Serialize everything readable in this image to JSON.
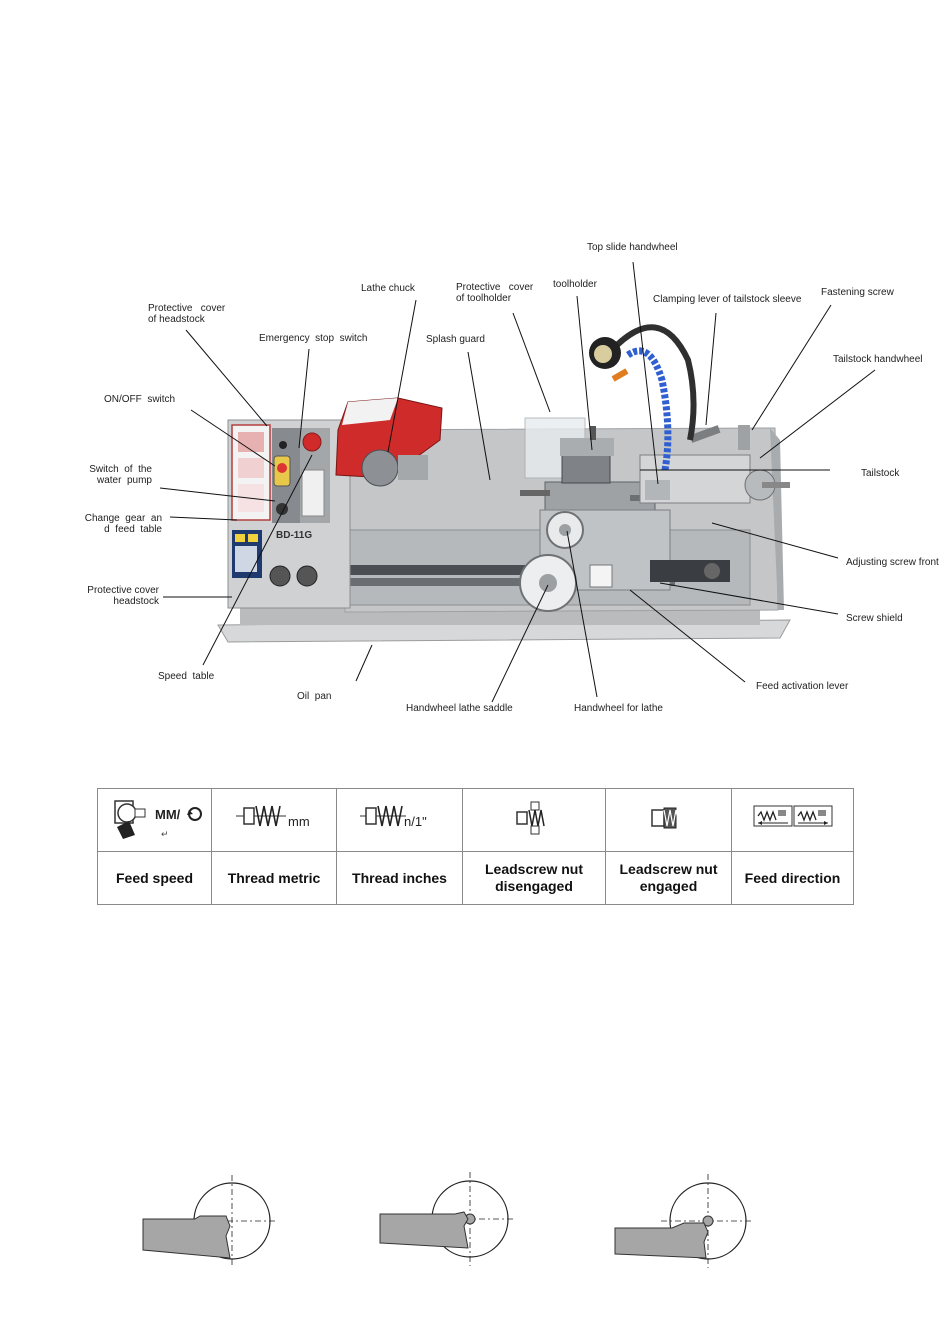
{
  "labels": {
    "top_slide_handwheel": "Top slide handwheel",
    "toolholder": "toolholder",
    "protective_cover_toolholder": "Protective   cover\nof toolholder",
    "lathe_chuck": "Lathe chuck",
    "clamping_lever": "Clamping lever of tailstock sleeve",
    "fastening_screw": "Fastening screw",
    "protective_cover_headstock_top": "Protective   cover\nof headstock",
    "emergency_stop": "Emergency  stop  switch",
    "splash_guard": "Splash guard",
    "tailstock_handwheel": "Tailstock handwheel",
    "on_off_switch": "ON/OFF  switch",
    "tailstock": "Tailstock",
    "water_pump": "Switch  of  the\nwater  pump",
    "change_gear": "Change  gear  an\nd  feed  table",
    "adjusting_screw": "Adjusting screw front",
    "protective_cover_headstock_bottom": "Protective cover\nheadstock",
    "screw_shield": "Screw shield",
    "speed_table": "Speed  table",
    "feed_activation": "Feed activation lever",
    "oil_pan": "Oil  pan",
    "handwheel_saddle": "Handwheel lathe saddle",
    "handwheel_lathe": "Handwheel for lathe"
  },
  "machine": {
    "model": "BD-11G"
  },
  "symbol_table": {
    "icon_text": {
      "feed_speed": "MM/",
      "feed_speed_mark": "↵",
      "thread_metric": "mm",
      "thread_inches": "n/1\""
    },
    "headers": [
      "Feed speed",
      "Thread metric",
      "Thread inches",
      "Leadscrew nut\ndisengaged",
      "Leadscrew nut\nengaged",
      "Feed direction"
    ]
  },
  "colors": {
    "machine_grey": "#c9cbcd",
    "machine_dark": "#7d8184",
    "accent_red": "#d02a2a",
    "coolant_blue": "#2f5fd1",
    "tool_fill": "#a6a6a6"
  }
}
